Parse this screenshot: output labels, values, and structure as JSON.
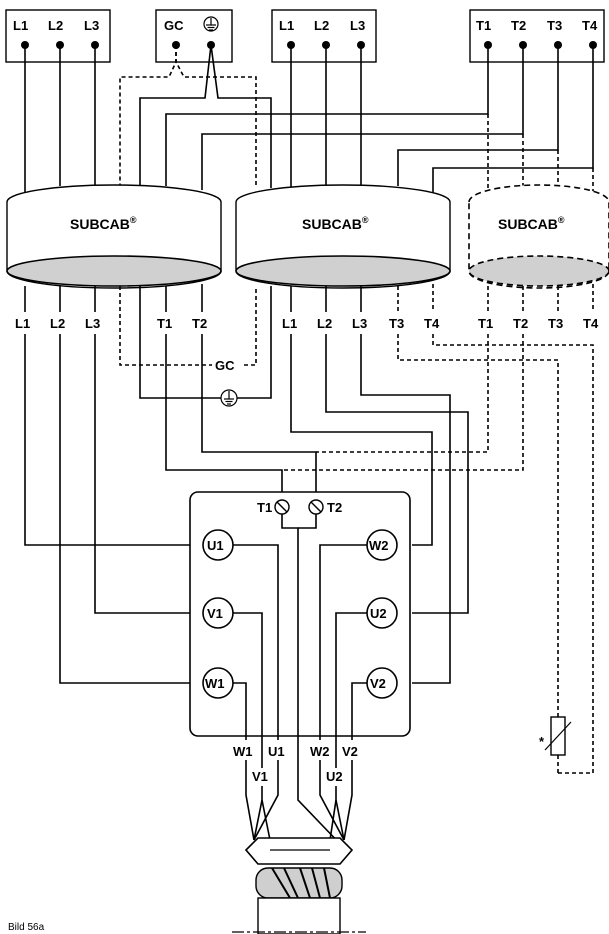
{
  "top_boxes": {
    "box1": [
      "L1",
      "L2",
      "L3"
    ],
    "box2_gc": "GC",
    "box3": [
      "L1",
      "L2",
      "L3"
    ],
    "box4": [
      "T1",
      "T2",
      "T3",
      "T4"
    ]
  },
  "cables": [
    {
      "label": "SUBCAB",
      "mark": "®"
    },
    {
      "label": "SUBCAB",
      "mark": "®"
    },
    {
      "label": "SUBCAB",
      "mark": "®"
    }
  ],
  "cable_outputs": {
    "cab1": [
      "L1",
      "L2",
      "L3",
      "T1",
      "T2"
    ],
    "cab2": [
      "L1",
      "L2",
      "L3",
      "T3",
      "T4"
    ],
    "cab3": [
      "T1",
      "T2",
      "T3",
      "T4"
    ]
  },
  "gc_label": "GC",
  "motor_terminals": {
    "thermo": [
      "T1",
      "T2"
    ],
    "left": [
      "U1",
      "V1",
      "W1"
    ],
    "right": [
      "W2",
      "U2",
      "V2"
    ]
  },
  "bottom_labels": {
    "row1": [
      "W1",
      "U1",
      "W2",
      "V2"
    ],
    "row2": [
      "V1",
      "U2"
    ]
  },
  "asterisk": "*",
  "caption": "Bild 56a",
  "icons": [
    "ground-symbol-icon",
    "thermo-switch-icon",
    "resistor-icon"
  ]
}
